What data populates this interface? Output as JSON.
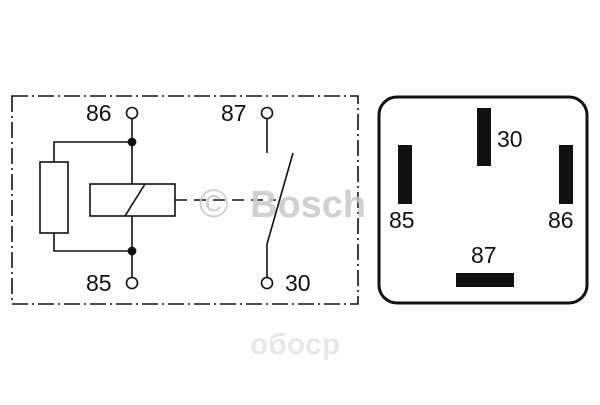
{
  "schematic": {
    "terminals": {
      "t86": "86",
      "t87": "87",
      "t85": "85",
      "t30": "30"
    }
  },
  "watermark": {
    "copyright_symbol": "©",
    "brand": "Bosch",
    "site": "oбоcp"
  },
  "pinout": {
    "pins": {
      "p30": "30",
      "p85": "85",
      "p86": "86",
      "p87": "87"
    }
  },
  "colors": {
    "ink": "#111111",
    "watermark": "#c8c8c8"
  }
}
